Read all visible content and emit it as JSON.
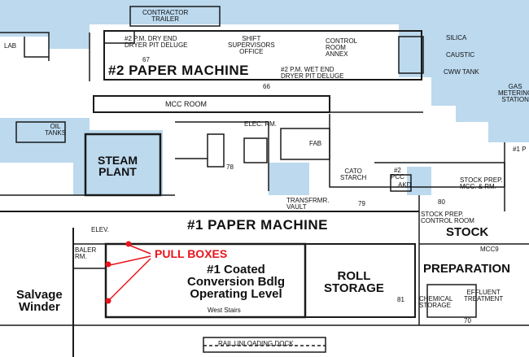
{
  "labels": {
    "contractor_trailer": "CONTRACTOR\nTRAILER",
    "lab": "LAB",
    "pm2_dry_end": "#2 P.M. DRY END\nDRYER PIT DELUGE",
    "shift_office": "SHIFT\nSUPERVISORS\nOFFICE",
    "control_room_annex": "CONTROL\nROOM\nANNEX",
    "silica": "SILICA",
    "caustic": "CAUSTIC",
    "cww_tank": "CWW TANK",
    "pm2_title": "#2 PAPER MACHINE",
    "pm2_wet_end": "#2 P.M. WET END\nDRYER PIT DELUGE",
    "gas_metering": "GAS\nMETERING\nSTATION",
    "mcc_room": "MCC ROOM",
    "oil_tanks": "OIL\nTANKS",
    "elec_rm": "ELEC. RM.",
    "fab": "FAB",
    "steam_plant": "STEAM\nPLANT",
    "cato_starch": "CATO\nSTARCH",
    "pcc": "#2\nPCC",
    "akd": "AKD",
    "stock_prep_mcc": "STOCK PREP.\nMCC. & RM.",
    "stock_prep_control": "STOCK PREP.\nCONTROL ROOM",
    "transformer_vault": "TRANSFRMR.\nVAULT",
    "pm1_title": "#1 PAPER MACHINE",
    "stock": "STOCK",
    "elev": "ELEV.",
    "baler_rm": "BALER\nRM.",
    "pull_boxes": "PULL BOXES",
    "coated_conversion": "#1 Coated\nConversion Bdlg\nOperating Level",
    "roll_storage": "ROLL\nSTORAGE",
    "mcc9": "MCC9",
    "preparation": "PREPARATION",
    "effluent_treatment": "EFFLUENT\nTREATMENT",
    "chemical_storage": "CHEMICAL\nSTORAGE",
    "salvage_winder": "Salvage\nWinder",
    "west_stairs": "West Stairs",
    "rail_dock": "RAIL UNLOADING DOCK",
    "pm1_fragment": "#1 P",
    "num_67": "67",
    "num_66": "66",
    "num_78": "78",
    "num_79": "79",
    "num_80": "80",
    "num_81": "81",
    "num_70": "70"
  },
  "colors": {
    "water_blue": "#bcd9ee",
    "wall": "#1a1a1a",
    "annotation_red": "#e8141c"
  }
}
